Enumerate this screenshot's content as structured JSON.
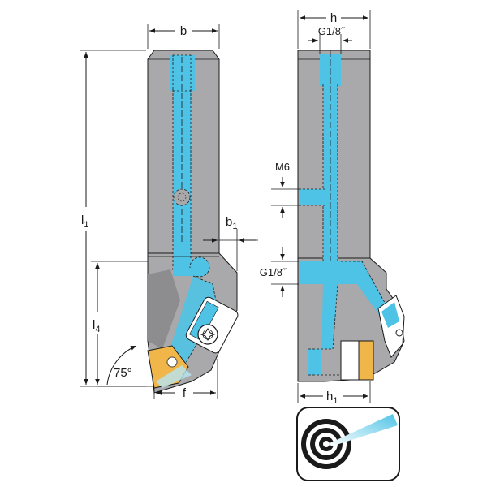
{
  "left_view": {
    "dims": {
      "b": "b",
      "b1_main": "b",
      "b1_sub": "1",
      "l1_main": "l",
      "l1_sub": "1",
      "l4_main": "l",
      "l4_sub": "4",
      "angle": "75°",
      "f": "f"
    }
  },
  "right_view": {
    "dims": {
      "h": "h",
      "thread_top": "G1/8˝",
      "m6": "M6",
      "thread_side": "G1/8˝",
      "h1_main": "h",
      "h1_sub": "1"
    }
  },
  "colors": {
    "body": "#a9a9ab",
    "body_dark": "#8d8d8f",
    "coolant": "#4fc3e6",
    "insert": "#f0b64a",
    "line": "#1a1a1a"
  },
  "icon": {
    "name": "internal-coolant-icon"
  }
}
